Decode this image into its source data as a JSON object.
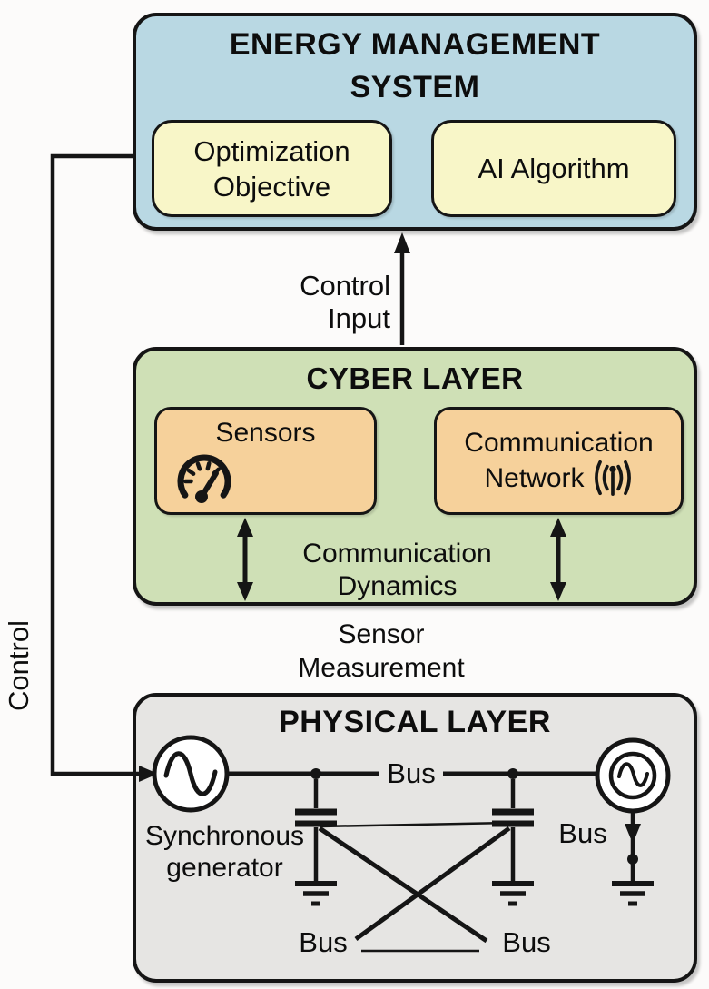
{
  "colors": {
    "ems_fill": "#b9d8e3",
    "ems_sub_fill": "#f8f6c8",
    "cyber_fill": "#cfe0b6",
    "cyber_sub_fill": "#f6d19b",
    "physical_fill": "#e6e5e3",
    "line_color": "#151515"
  },
  "ems": {
    "title": "ENERGY MANAGEMENT\nSYSTEM",
    "optimization_box_label": "Optimization\nObjective",
    "ai_box_label": "AI Algorithm"
  },
  "cyber": {
    "title": "CYBER LAYER",
    "sensors_box_label": "Sensors",
    "sensors_icon": "gauge-icon",
    "network_box_label_line1": "Communication",
    "network_box_label_line2": "Network",
    "network_icon": "broadcast-antenna-icon"
  },
  "physical": {
    "title": "PHYSICAL LAYER",
    "generator_label": "Synchronous\ngenerator",
    "bus_top_label": "Bus",
    "bus_right_label": "Bus",
    "bus_bottom_left_label": "Bus",
    "bus_bottom_right_label": "Bus"
  },
  "arrows": {
    "control_input_label": "Control\nInput",
    "control_label": "Control",
    "communication_dynamics_label": "Communication\nDynamics",
    "sensor_measurement_label": "Sensor\nMeasurement"
  }
}
